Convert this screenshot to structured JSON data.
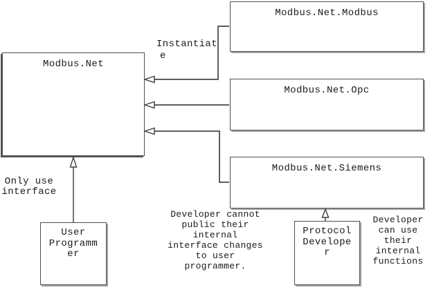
{
  "diagram": {
    "title": "Modbus.Net architecture diagram",
    "colors": {
      "background": "#ffffff",
      "line": "#5d5d5d",
      "box_border": "#4d4d4d",
      "text": "#1a1a1a"
    },
    "boxes": [
      {
        "id": "modbus-net",
        "title": "Modbus.Net"
      },
      {
        "id": "modbus-net-modbus",
        "title": "Modbus.Net.Modbus"
      },
      {
        "id": "modbus-net-opc",
        "title": "Modbus.Net.Opc"
      },
      {
        "id": "modbus-net-siemens",
        "title": "Modbus.Net.Siemens"
      },
      {
        "id": "user-programmer",
        "title": "User Programmer",
        "title_lines": [
          "User",
          "Programm",
          "er"
        ]
      },
      {
        "id": "protocol-developer",
        "title": "Protocol Developer",
        "title_lines": [
          "Protocol",
          "Develope",
          "r"
        ]
      }
    ],
    "labels": {
      "instantiate": {
        "text": "Instantiate",
        "lines": [
          "Instantiat",
          "e"
        ]
      },
      "only_use_interface": {
        "text": "Only use interface",
        "lines": [
          "Only use",
          "interface"
        ]
      },
      "developer_cannot": {
        "text": "Developer cannot public their internal interface changes to user programmer.",
        "lines": [
          "Developer cannot",
          "public their",
          "internal",
          "interface changes",
          "to user",
          "programmer."
        ]
      },
      "developer_can": {
        "text": "Developer can use their internal functions",
        "lines": [
          "Developer",
          "can use",
          "their",
          "internal",
          "functions"
        ]
      }
    },
    "connectors": [
      {
        "from": "modbus-net-modbus",
        "to": "modbus-net",
        "label": "Instantiate",
        "arrowhead": "open-triangle"
      },
      {
        "from": "modbus-net-opc",
        "to": "modbus-net",
        "label": "Instantiate",
        "arrowhead": "open-triangle"
      },
      {
        "from": "modbus-net-siemens",
        "to": "modbus-net",
        "label": "Instantiate",
        "arrowhead": "open-triangle"
      },
      {
        "from": "user-programmer",
        "to": "modbus-net",
        "label": "Only use interface",
        "arrowhead": "open-triangle"
      },
      {
        "from": "protocol-developer",
        "to": "modbus-net-siemens",
        "label": "",
        "arrowhead": "open-triangle"
      }
    ]
  }
}
